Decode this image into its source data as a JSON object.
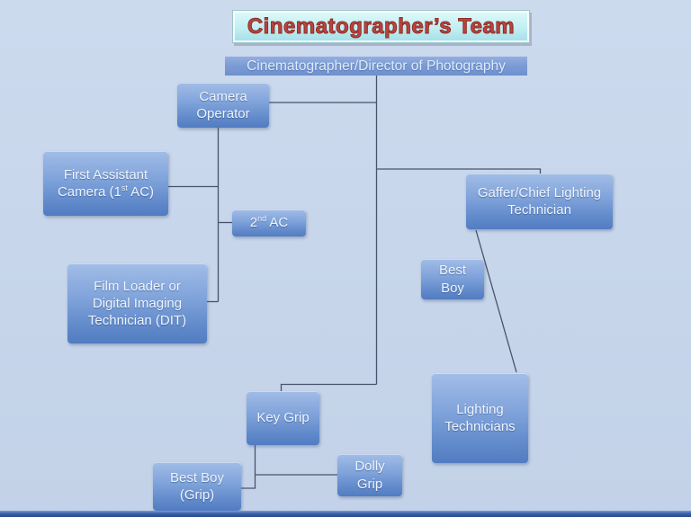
{
  "slide": {
    "title": "Cinematographer’s Team",
    "colors": {
      "background": "#c6d5ea",
      "node_gradient_top": "#a2bde7",
      "node_gradient_bottom": "#527cc2",
      "node_text": "#edf4fd",
      "title_text_red": "#bb4440",
      "title_banner_cyan": "#c2eef2",
      "connector_line": "#47536a",
      "footer_strip": "#3b61ab"
    }
  },
  "nodes": {
    "dp": {
      "label": "Cinematographer/Director of Photography"
    },
    "camera_operator": {
      "label": "Camera Operator"
    },
    "first_ac": {
      "pre": "First Assistant Camera (1",
      "sup": "st",
      "post": " AC)"
    },
    "second_ac": {
      "pre": "2",
      "sup": "nd",
      "post": " AC"
    },
    "film_loader": {
      "label": "Film Loader or Digital Imaging Technician (DIT)"
    },
    "gaffer": {
      "label": "Gaffer/Chief Lighting Technician"
    },
    "best_boy": {
      "label": "Best Boy"
    },
    "lighting_technicians": {
      "label": "Lighting Technicians"
    },
    "key_grip": {
      "label": "Key Grip"
    },
    "best_boy_grip": {
      "label": "Best Boy (Grip)"
    },
    "dolly_grip": {
      "label": "Dolly Grip"
    }
  }
}
